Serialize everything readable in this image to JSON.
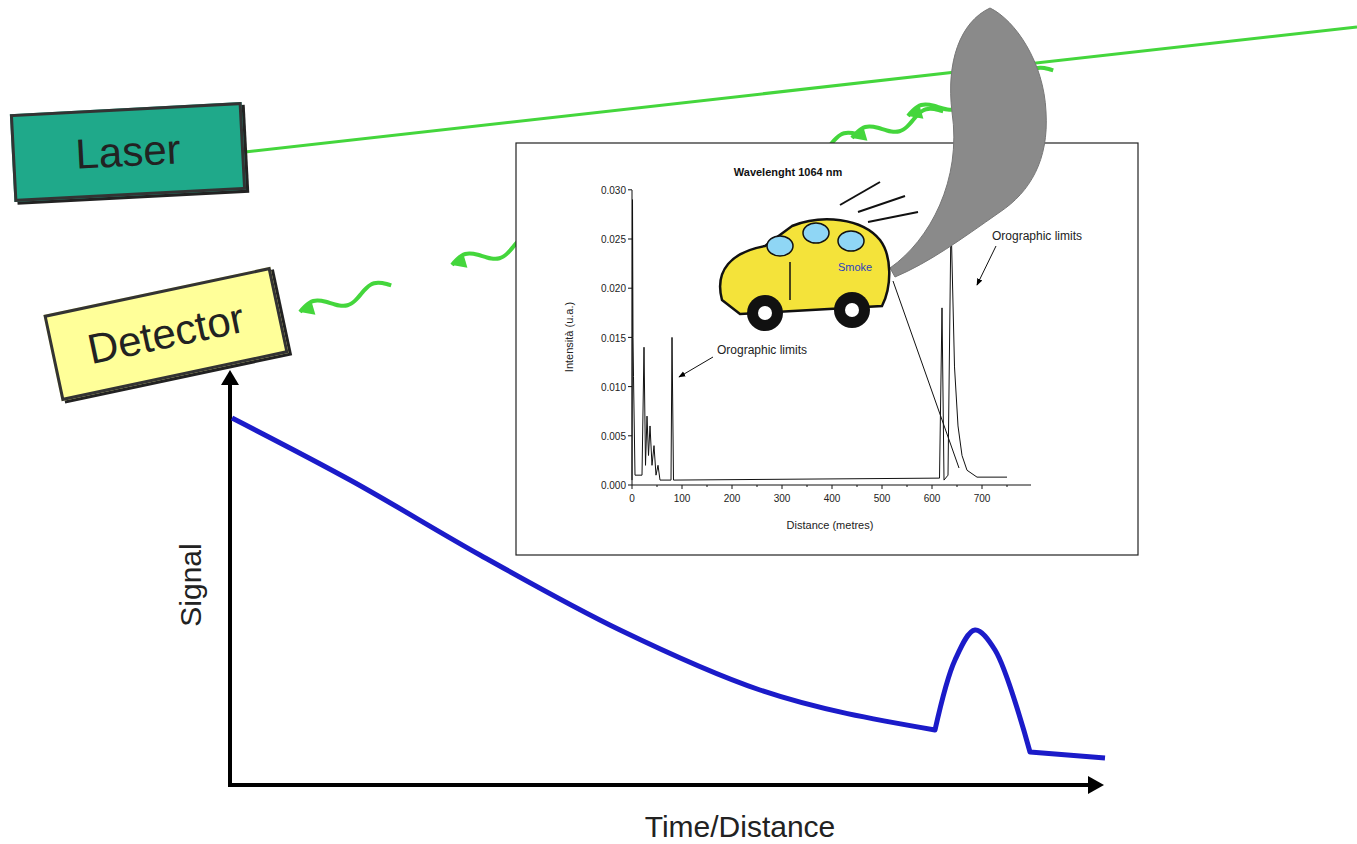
{
  "diagram": {
    "nodes": [
      {
        "text": [
          "Laser"
        ]
      },
      {
        "text": [
          "Detector"
        ]
      }
    ],
    "labels": [
      "Wavelenght 1064 nm",
      "Orographic limits",
      "Smoke",
      "Orographic limits",
      "Intensità (u.a.)",
      "0.030",
      "0.025",
      "0.020",
      "0.015",
      "0.010",
      "0.005",
      "0.000",
      "0",
      "100",
      "200",
      "300",
      "400",
      "500",
      "600",
      "700",
      "Distance (metres)",
      "Signal",
      "Time/Distance"
    ]
  }
}
